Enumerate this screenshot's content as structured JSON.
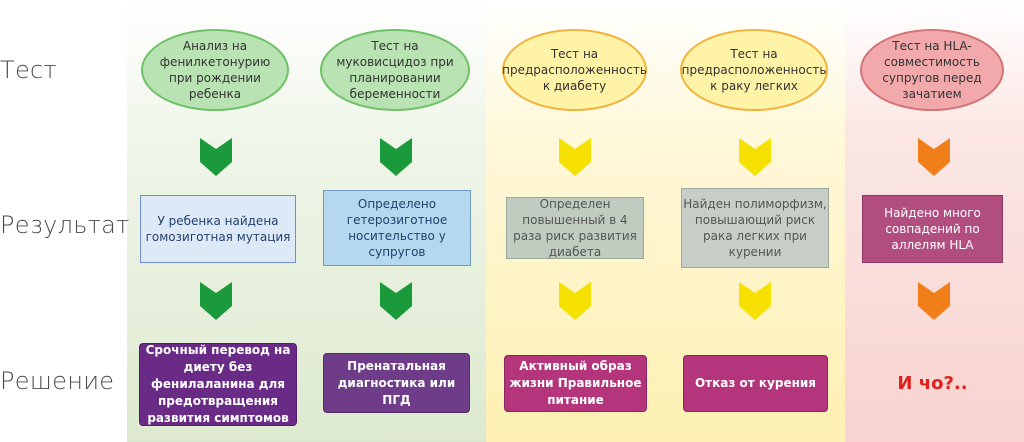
{
  "rows": {
    "test": "Тест",
    "result": "Результат",
    "decision": "Решение"
  },
  "columns": [
    {
      "test": "Анализ на фенилкетонурию при рождении ребенка",
      "result": "У ребенка найдена гомозиготная мутация",
      "decision": "Срочный перевод на диету без фенилаланина для предотвращения развития симптомов"
    },
    {
      "test": "Тест на муковисцидоз при планировании беременности",
      "result": "Определено гетерозиготное носительство у супругов",
      "decision": "Пренатальная диагностика или ПГД"
    },
    {
      "test": "Тест на предрасположенность к диабету",
      "result": "Определен повышенный в 4 раза риск развития диабета",
      "decision": "Активный образ жизни Правильное питание"
    },
    {
      "test": "Тест на предрасположенность к раку легких",
      "result": "Найден полиморфизм, повышающий риск рака легких при курении",
      "decision": "Отказ от курения"
    },
    {
      "test": "Тест на HLA-совместимость супругов перед зачатием",
      "result": "Найдено много совпадений по аллелям HLA",
      "decision": "И чо?.."
    }
  ],
  "colors": {
    "arrow_green": "#1a9a3a",
    "arrow_yellow": "#f5e000",
    "arrow_orange": "#f07f1a"
  }
}
